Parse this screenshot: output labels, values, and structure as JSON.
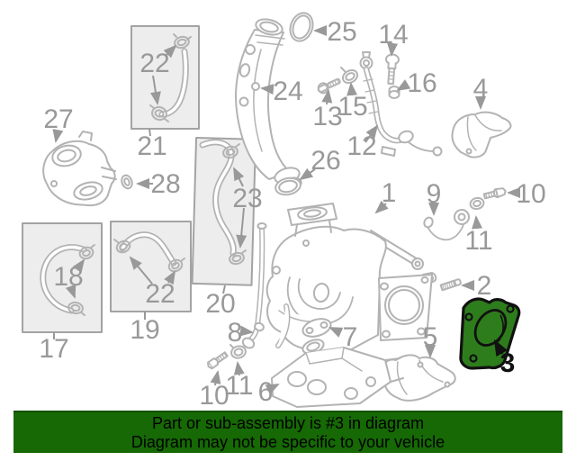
{
  "banner": {
    "line1": "Part or sub-assembly is #3 in diagram",
    "line2": "Diagram may not be specific to your vehicle"
  },
  "highlighted_part": "3",
  "colors": {
    "banner_green": "#166905",
    "highlight_green": "#2e7d1c",
    "highlight_outline": "#111111",
    "line_gray": "#b3b3b3",
    "label_gray": "#999999",
    "box_fill": "#ededed"
  },
  "diagram": {
    "labels": [
      {
        "text": "22"
      },
      {
        "text": "21"
      },
      {
        "text": "27"
      },
      {
        "text": "28"
      },
      {
        "text": "23"
      },
      {
        "text": "20"
      },
      {
        "text": "24"
      },
      {
        "text": "25"
      },
      {
        "text": "26"
      },
      {
        "text": "13"
      },
      {
        "text": "15"
      },
      {
        "text": "14"
      },
      {
        "text": "16"
      },
      {
        "text": "12"
      },
      {
        "text": "4"
      },
      {
        "text": "1"
      },
      {
        "text": "9"
      },
      {
        "text": "10"
      },
      {
        "text": "11"
      },
      {
        "text": "2"
      },
      {
        "text": "18"
      },
      {
        "text": "17"
      },
      {
        "text": "22"
      },
      {
        "text": "19"
      },
      {
        "text": "8"
      },
      {
        "text": "10"
      },
      {
        "text": "11"
      },
      {
        "text": "6"
      },
      {
        "text": "7"
      },
      {
        "text": "5"
      },
      {
        "text": "3"
      }
    ]
  }
}
